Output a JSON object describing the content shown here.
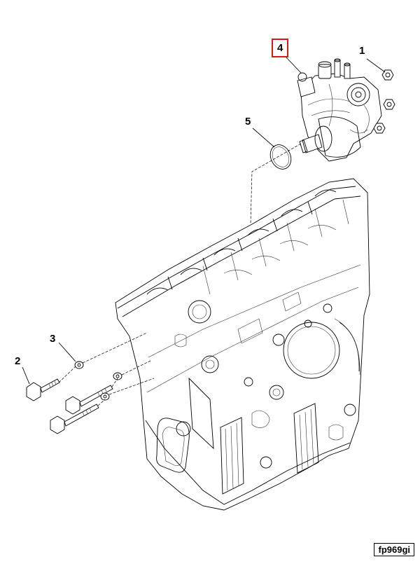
{
  "callouts": {
    "c1": "1",
    "c2": "2",
    "c3": "3",
    "c4": "4",
    "c5": "5"
  },
  "figure_id": "fp969gi",
  "colors": {
    "highlight": "#d11a1a",
    "line": "#000000",
    "background": "#ffffff"
  },
  "highlighted_callout": "4"
}
